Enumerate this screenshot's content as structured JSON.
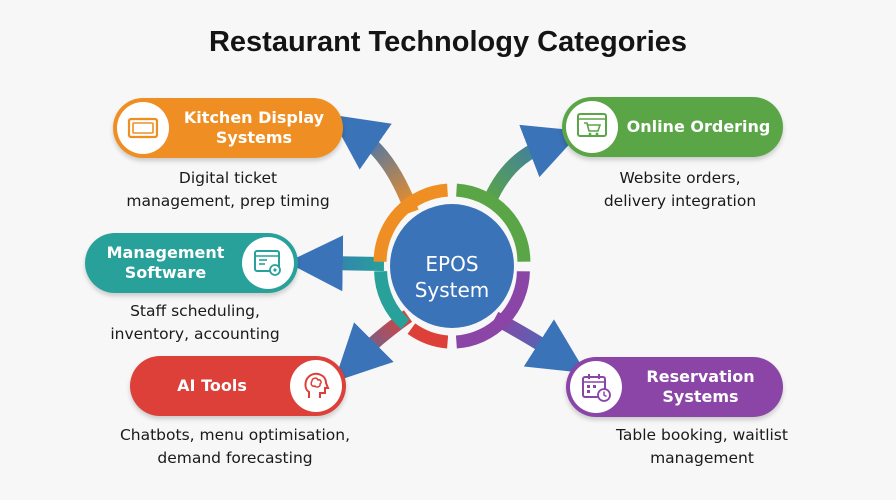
{
  "title": "Restaurant Technology Categories",
  "hub": {
    "label_line1": "EPOS",
    "label_line2": "System",
    "color": "#3b73b9"
  },
  "categories": [
    {
      "label_line1": "Kitchen Display",
      "label_line2": "Systems",
      "color": "#ef8f23",
      "desc_line1": "Digital ticket",
      "desc_line2": "management, prep timing",
      "icon": "monitor-icon"
    },
    {
      "label_line1": "Online Ordering",
      "label_line2": "",
      "color": "#5aa647",
      "desc_line1": "Website orders,",
      "desc_line2": "delivery integration",
      "icon": "shopping-cart-icon"
    },
    {
      "label_line1": "Management",
      "label_line2": "Software",
      "color": "#27a19a",
      "desc_line1": "Staff scheduling,",
      "desc_line2": "inventory, accounting",
      "icon": "document-settings-icon"
    },
    {
      "label_line1": "AI Tools",
      "label_line2": "",
      "color": "#dd4039",
      "desc_line1": "Chatbots, menu optimisation,",
      "desc_line2": "demand forecasting",
      "icon": "brain-head-icon"
    },
    {
      "label_line1": "Reservation",
      "label_line2": "Systems",
      "color": "#8b45a6",
      "desc_line1": "Table booking, waitlist",
      "desc_line2": "management",
      "icon": "calendar-clock-icon"
    }
  ],
  "arrow_color": "#3b73b9"
}
